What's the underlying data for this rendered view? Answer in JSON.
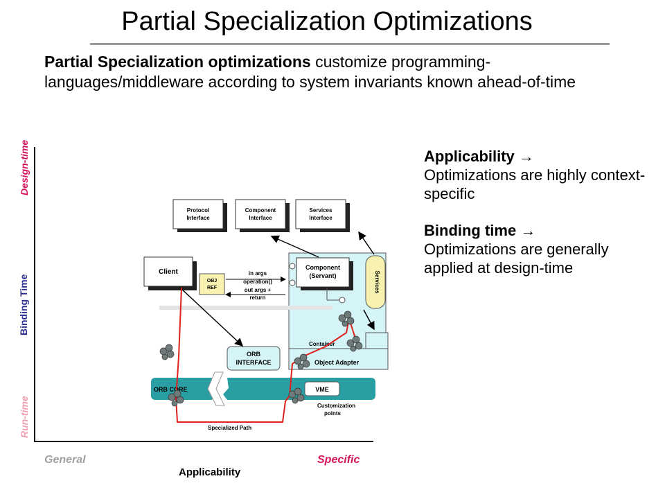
{
  "title": "Partial Specialization Optimizations",
  "intro": {
    "bold": "Partial Specialization optimizations",
    "rest": " customize programming-languages/middleware according to system invariants known ahead-of-time"
  },
  "axes": {
    "y_top": "Design-time",
    "y_mid": "Binding Time",
    "y_bottom": "Run-time",
    "x_left": "General",
    "x_right": "Specific",
    "x_label": "Applicability"
  },
  "side": {
    "p1_head": "Applicability",
    "p1_body": "Optimizations are highly context-specific",
    "p2_head": "Binding time",
    "p2_body": "Optimizations are generally applied at design-time",
    "arrow": "→"
  },
  "diagram": {
    "protocol": [
      "Protocol",
      "Interface"
    ],
    "component_if": [
      "Component",
      "Interface"
    ],
    "services_if": [
      "Services",
      "Interface"
    ],
    "client": "Client",
    "obj_ref": [
      "OBJ",
      "REF"
    ],
    "in_args": [
      "in args",
      "operation()",
      "out args +",
      "return"
    ],
    "component": [
      "Component",
      "(Servant)"
    ],
    "services": "Services",
    "container": "Container",
    "orb_if": [
      "ORB",
      "INTERFACE"
    ],
    "object_adapter": "Object Adapter",
    "orb_core": "ORB CORE",
    "vme": "VME",
    "custom_points": [
      "Customization",
      "points"
    ],
    "specialized_path": "Specialized Path"
  },
  "colors": {
    "teal": "#2a9fa3",
    "light_cyan": "#d4f4f8",
    "path_red": "#e0201a",
    "services_yellow": "#f7f2b0",
    "design_pink": "#d4145a",
    "binding_blue": "#2e3192"
  }
}
